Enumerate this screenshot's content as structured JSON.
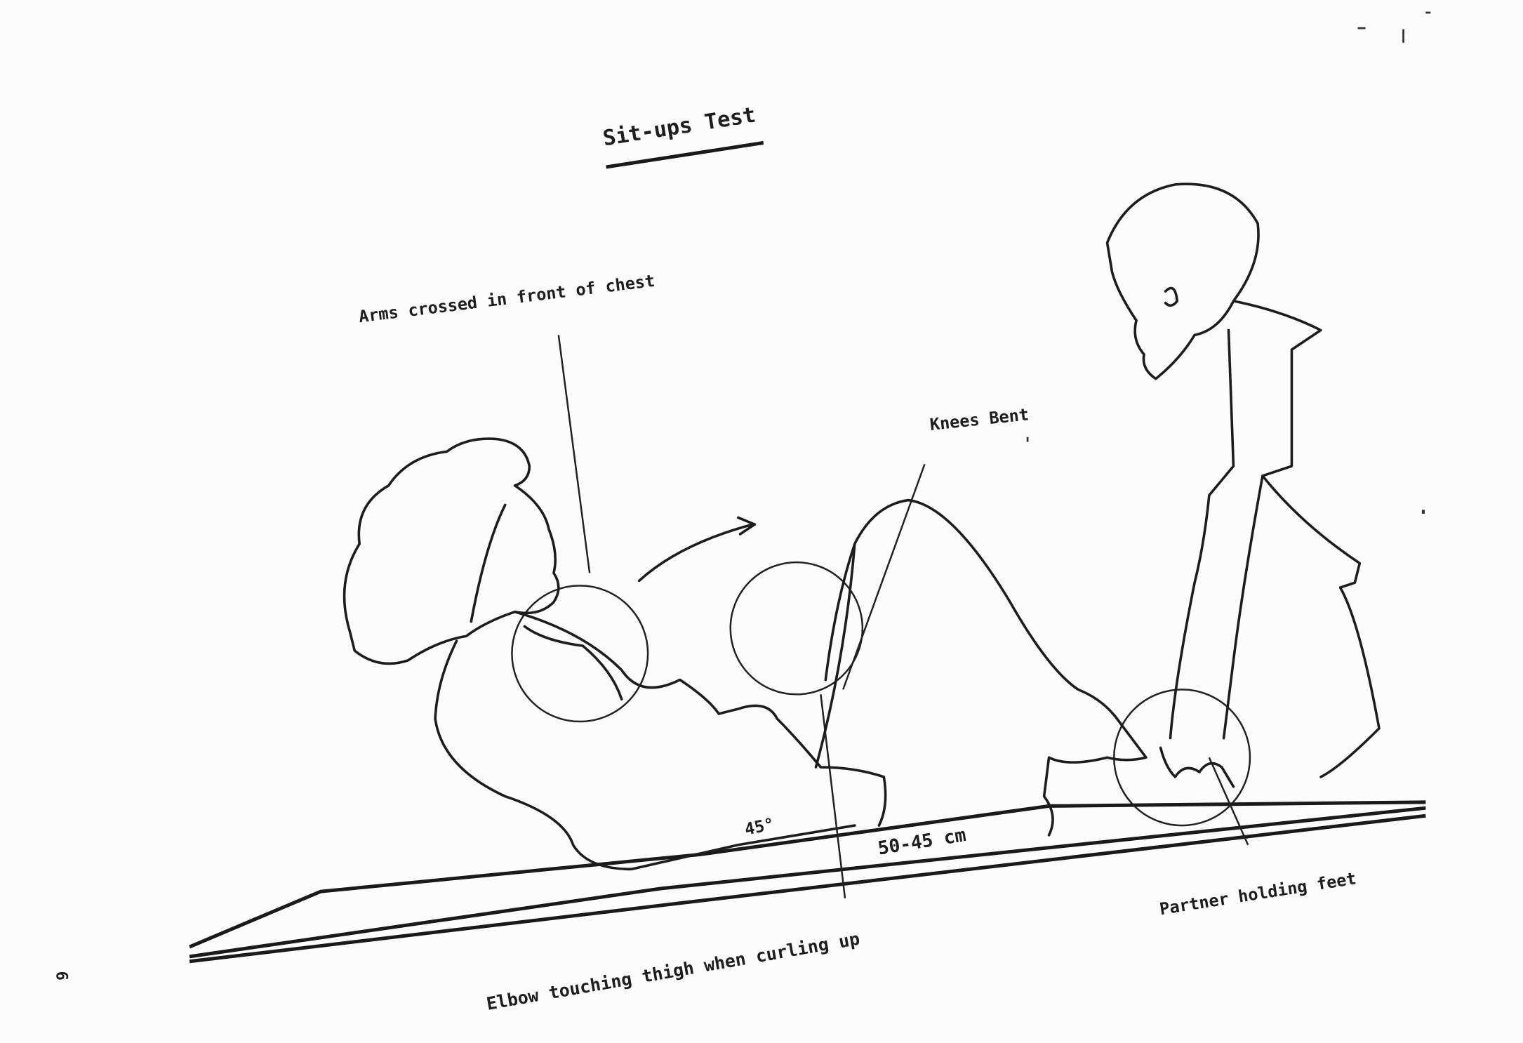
{
  "document": {
    "title": "Sit-ups Test",
    "labels": {
      "arms": "Arms crossed in front of chest",
      "knees": "Knees Bent",
      "angle": "45°",
      "distance": "50-45 cm",
      "partner": "Partner holding feet",
      "elbow": "Elbow touching thigh when curling up"
    },
    "page_number": "6"
  }
}
